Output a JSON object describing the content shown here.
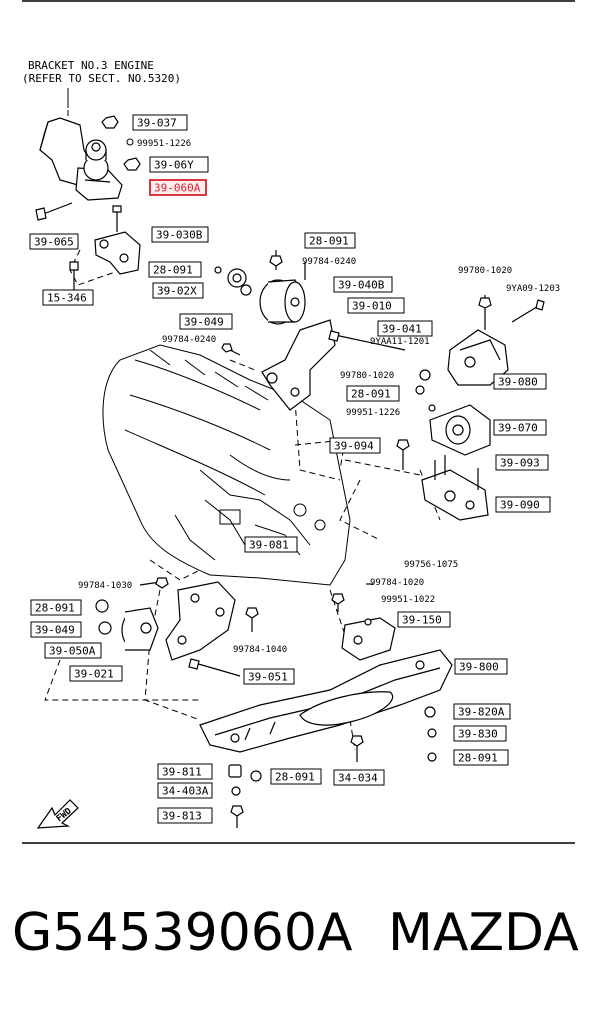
{
  "header_note": {
    "line1": "BRACKET NO.3 ENGINE",
    "line2": "(REFER TO SECT. NO.5320)"
  },
  "highlighted_part": "39-060A",
  "part_boxes": [
    {
      "code": "39-037",
      "id": "p-39-037"
    },
    {
      "code": "39-06Y",
      "id": "p-39-06Y"
    },
    {
      "code": "39-060A",
      "id": "p-39-060A",
      "highlight": true
    },
    {
      "code": "39-065",
      "id": "p-39-065"
    },
    {
      "code": "39-030B",
      "id": "p-39-030B"
    },
    {
      "code": "15-346",
      "id": "p-15-346"
    },
    {
      "code": "28-091",
      "id": "p-28-091-a"
    },
    {
      "code": "28-091",
      "id": "p-28-091-b"
    },
    {
      "code": "39-02X",
      "id": "p-39-02X"
    },
    {
      "code": "39-049",
      "id": "p-39-049-a"
    },
    {
      "code": "39-040B",
      "id": "p-39-040B"
    },
    {
      "code": "39-010",
      "id": "p-39-010"
    },
    {
      "code": "39-041",
      "id": "p-39-041"
    },
    {
      "code": "28-091",
      "id": "p-28-091-c"
    },
    {
      "code": "39-080",
      "id": "p-39-080"
    },
    {
      "code": "39-070",
      "id": "p-39-070"
    },
    {
      "code": "39-094",
      "id": "p-39-094"
    },
    {
      "code": "39-093",
      "id": "p-39-093"
    },
    {
      "code": "39-090",
      "id": "p-39-090"
    },
    {
      "code": "39-081",
      "id": "p-39-081"
    },
    {
      "code": "28-091",
      "id": "p-28-091-d"
    },
    {
      "code": "39-049",
      "id": "p-39-049-b"
    },
    {
      "code": "39-050A",
      "id": "p-39-050A"
    },
    {
      "code": "39-021",
      "id": "p-39-021"
    },
    {
      "code": "39-051",
      "id": "p-39-051"
    },
    {
      "code": "39-150",
      "id": "p-39-150"
    },
    {
      "code": "39-800",
      "id": "p-39-800"
    },
    {
      "code": "39-820A",
      "id": "p-39-820A"
    },
    {
      "code": "39-830",
      "id": "p-39-830"
    },
    {
      "code": "28-091",
      "id": "p-28-091-e"
    },
    {
      "code": "39-811",
      "id": "p-39-811"
    },
    {
      "code": "28-091",
      "id": "p-28-091-f"
    },
    {
      "code": "34-034",
      "id": "p-34-034"
    },
    {
      "code": "34-403A",
      "id": "p-34-403A"
    },
    {
      "code": "39-813",
      "id": "p-39-813"
    }
  ],
  "small_labels": [
    "99951-1226",
    "99784-0240",
    "99780-1020",
    "9YA09-1203",
    "99784-0240",
    "9YAA11-1201",
    "99780-1020",
    "99951-1226",
    "99756-1075",
    "99784-1030",
    "99784-1020",
    "99951-1022",
    "99784-1040"
  ],
  "fwd_label": "FWD",
  "footer": {
    "part_number": "G54539060A",
    "brand": "MAZDA"
  },
  "colors": {
    "ink": "#000000",
    "highlight": "#d9232e",
    "background": "#ffffff"
  }
}
